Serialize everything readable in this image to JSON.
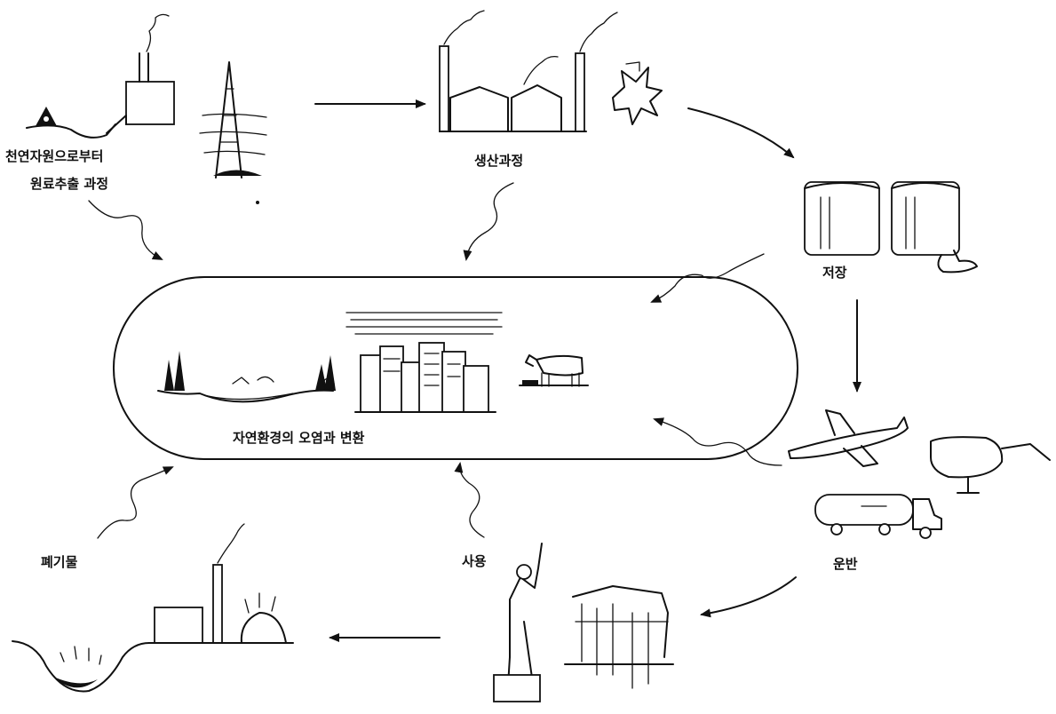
{
  "labels": {
    "extraction_line1": "천연자원으로부터",
    "extraction_line2": "원료추출  과정",
    "production": "생산과정",
    "storage": "저장",
    "center": "자연환경의  오염과  변환",
    "transport": "운반",
    "use": "사용",
    "waste": "폐기물"
  }
}
